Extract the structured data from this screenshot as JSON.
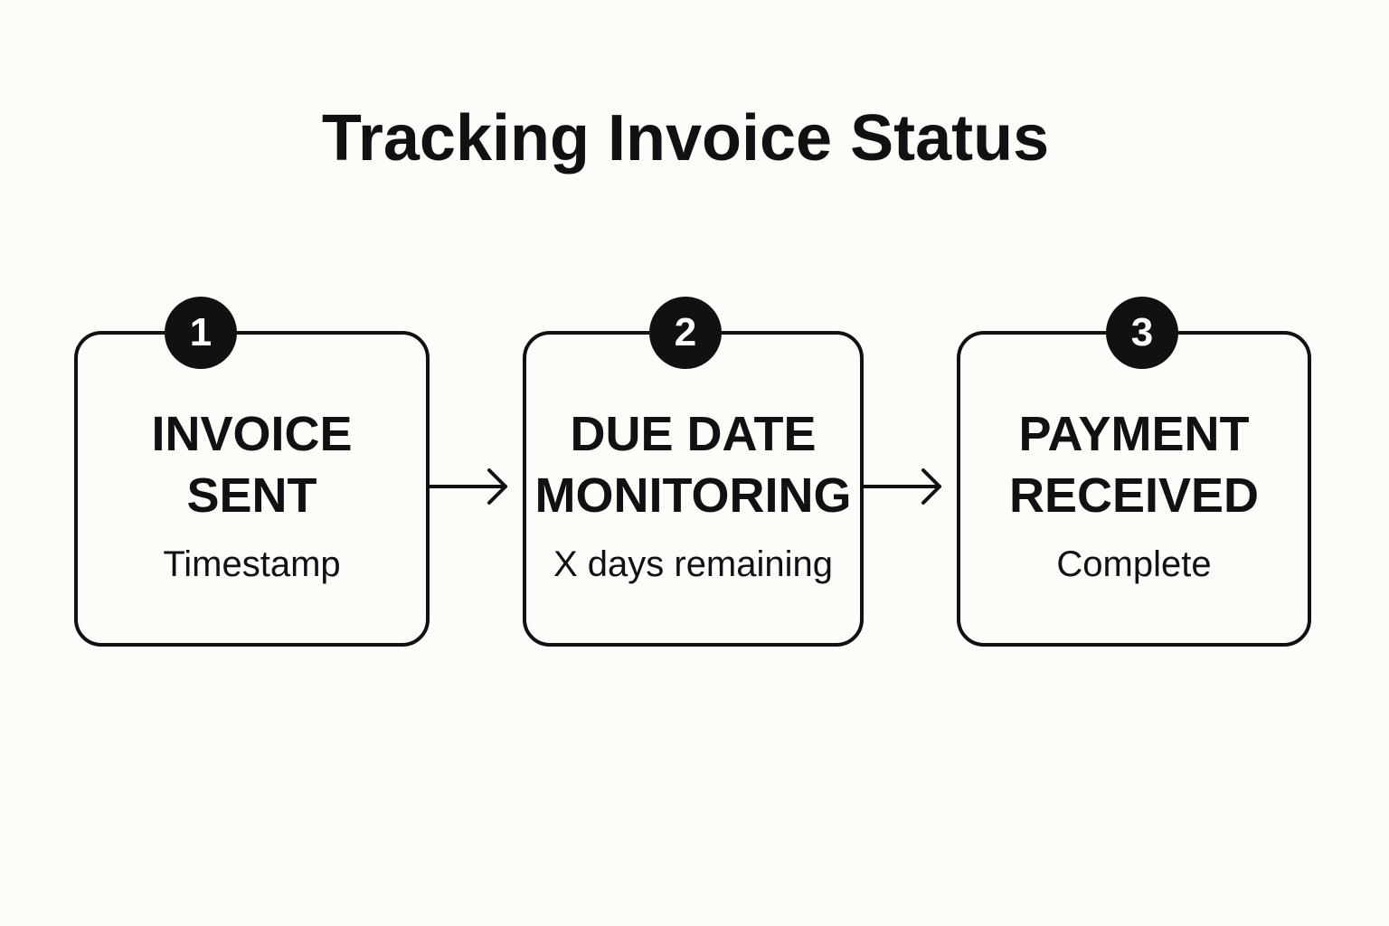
{
  "title": "Tracking Invoice Status",
  "steps": [
    {
      "number": "1",
      "heading_line1": "INVOICE",
      "heading_line2": "SENT",
      "subtitle": "Timestamp"
    },
    {
      "number": "2",
      "heading_line1": "DUE DATE",
      "heading_line2": "MONITORING",
      "subtitle": "X days remaining"
    },
    {
      "number": "3",
      "heading_line1": "PAYMENT",
      "heading_line2": "RECEIVED",
      "subtitle": "Complete"
    }
  ],
  "connectors": [
    "arrow-right-icon",
    "arrow-right-icon"
  ],
  "colors": {
    "background": "#fdfcf8",
    "ink": "#111111",
    "badge_text": "#ffffff"
  }
}
